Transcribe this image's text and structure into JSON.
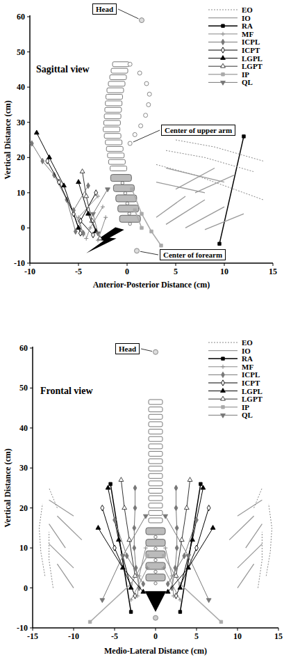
{
  "diagram": {
    "nodes": [
      {
        "text": [
          "Head"
        ]
      },
      {
        "text": [
          "Center of upper arm"
        ]
      },
      {
        "text": [
          "Center of forearm"
        ]
      },
      {
        "text": [
          "Head"
        ]
      }
    ],
    "labels": [
      "Sagittal view",
      "Vertical Distance (cm)",
      "Anterior-Posterior Distance (cm)",
      "60",
      "50",
      "40",
      "30",
      "20",
      "10",
      "0",
      "-10",
      "-10",
      "-5",
      "0",
      "5",
      "10",
      "15",
      "Frontal view",
      "Vertical Distance (cm)",
      "Medio-Lateral Distance (cm)",
      "60",
      "50",
      "40",
      "30",
      "20",
      "10",
      "0",
      "-10",
      "-15",
      "-10",
      "-5",
      "0",
      "5",
      "10",
      "15"
    ],
    "legend": [
      {
        "text": "EO"
      },
      {
        "text": "IO"
      },
      {
        "text": "RA"
      },
      {
        "text": "MF"
      },
      {
        "text": "ICPL"
      },
      {
        "text": "ICPT"
      },
      {
        "text": "LGPL"
      },
      {
        "text": "LGPT"
      },
      {
        "text": "IP"
      },
      {
        "text": "QL"
      },
      {
        "text": "EO"
      },
      {
        "text": "IO"
      },
      {
        "text": "RA"
      },
      {
        "text": "MF"
      },
      {
        "text": "ICPL"
      },
      {
        "text": "ICPT"
      },
      {
        "text": "LGPL"
      },
      {
        "text": "LGPT"
      },
      {
        "text": "IP"
      },
      {
        "text": "QL"
      }
    ]
  }
}
